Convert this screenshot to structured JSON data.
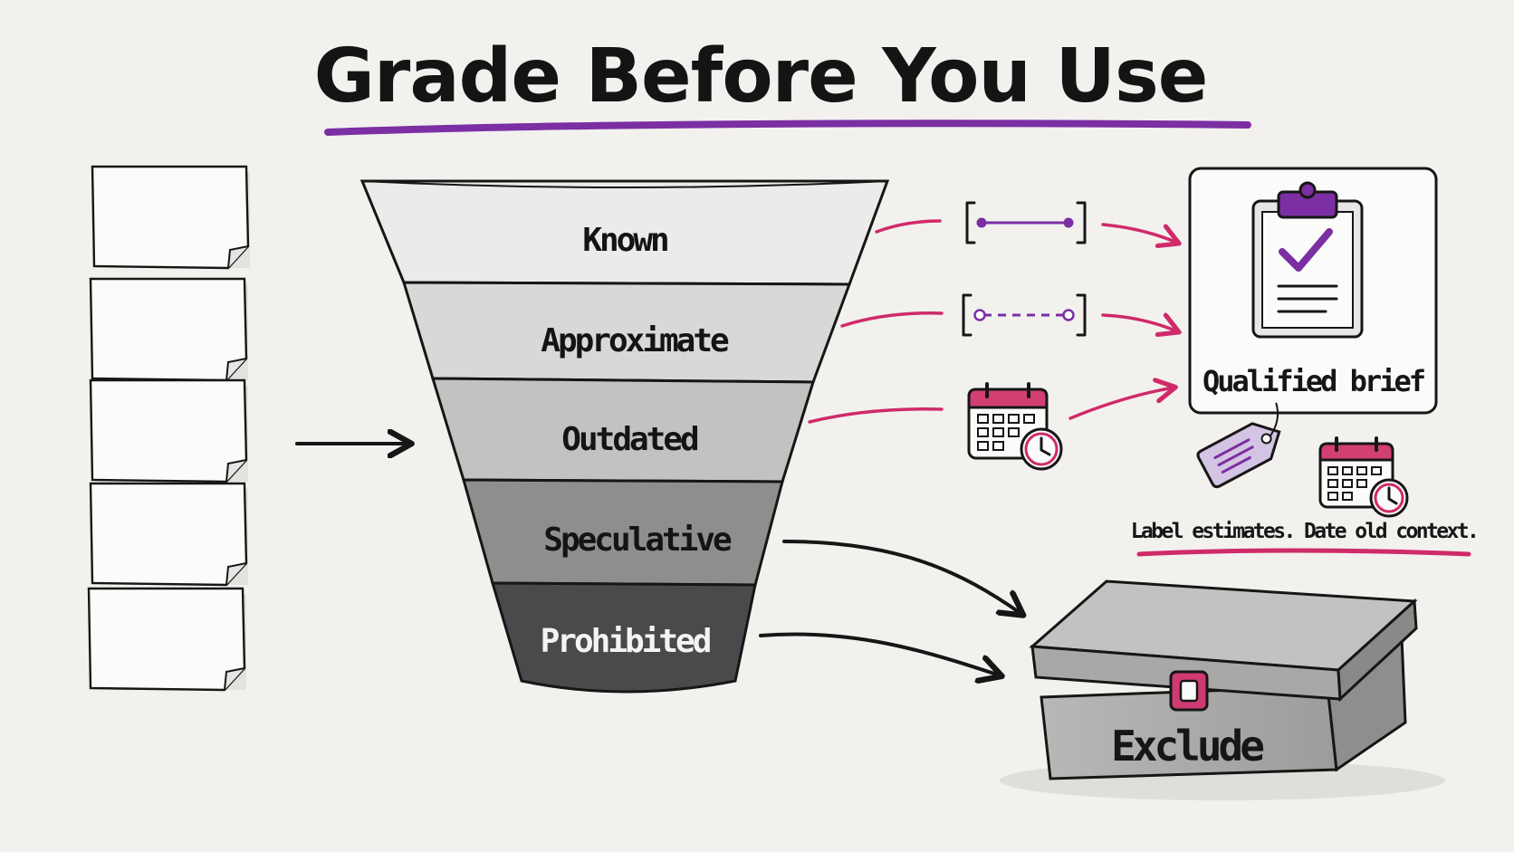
{
  "title": "Grade Before You Use",
  "funnel": {
    "tiers": [
      {
        "label": "Known",
        "fill": "#ecebe9",
        "text": "#141414"
      },
      {
        "label": "Approximate",
        "fill": "#d9d8d6",
        "text": "#141414"
      },
      {
        "label": "Outdated",
        "fill": "#c3c2c0",
        "text": "#141414"
      },
      {
        "label": "Speculative",
        "fill": "#8f8e8d",
        "text": "#141414"
      },
      {
        "label": "Prohibited",
        "fill": "#4a494b",
        "text": "#f4f4f4"
      }
    ]
  },
  "brief": {
    "label": "Qualified brief"
  },
  "note": {
    "text": "Label estimates. Date old context."
  },
  "exclude": {
    "label": "Exclude"
  },
  "colors": {
    "purple": "#7b2fa3",
    "pink": "#cf2a6a",
    "ink": "#161616",
    "lavender": "#d4c4e3"
  },
  "icons": [
    "document-icon",
    "arrow-right-icon",
    "funnel-icon",
    "precise-range-icon",
    "approximate-range-icon",
    "calendar-clock-icon",
    "clipboard-check-icon",
    "price-tag-icon",
    "storage-box-icon",
    "lock-icon"
  ]
}
